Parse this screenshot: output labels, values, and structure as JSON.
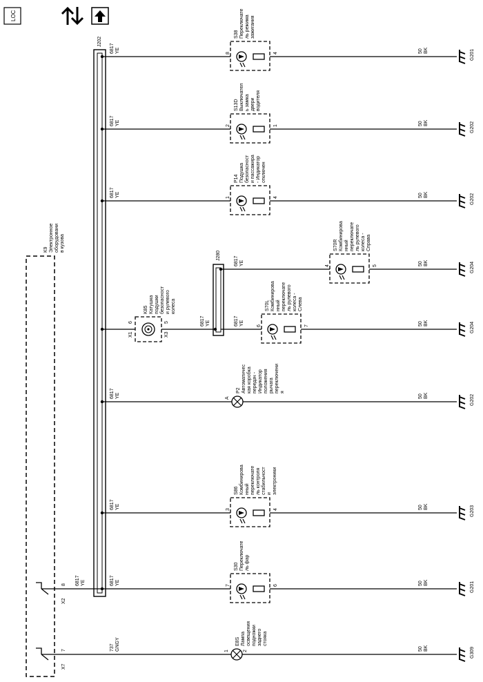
{
  "header": {
    "loc_label": "LOC",
    "icon_names": [
      "loc-badge-icon",
      "diagnostic-arrows-icon",
      "up-arrow-icon"
    ]
  },
  "connector_j202": "J202",
  "connector_j280": "J280",
  "module": {
    "ref": "K9",
    "name_lines": [
      "Электронное",
      "оборудовани",
      "в кузова"
    ],
    "connector_x2": "X2",
    "connector_x7": "X7"
  },
  "rows": [
    {
      "key": "s38",
      "ref": "S38",
      "type": "switch",
      "desc": [
        "Переключате",
        "ль режима",
        "зажигания"
      ],
      "pin_in": "8",
      "pin_out": "4",
      "wire_in": [
        "6817",
        "YE"
      ],
      "wire_out": [
        "50",
        "BK"
      ],
      "ground": "G201"
    },
    {
      "key": "s13d",
      "ref": "S13D",
      "type": "switch",
      "desc": [
        "Выключател",
        "ь замка",
        "двери",
        "водителя"
      ],
      "pin_in": "2",
      "pin_out": "1",
      "wire_in": [
        "6817",
        "YE"
      ],
      "wire_out": [
        "50",
        "BK"
      ],
      "ground": "G202"
    },
    {
      "key": "p14",
      "ref": "P14",
      "type": "switch",
      "desc": [
        "Подушка",
        "безопасност",
        "и пассажира",
        "- Индикатор",
        "отключен"
      ],
      "pin_in": "1",
      "pin_out": "4",
      "wire_in": [
        "6817",
        "YE"
      ],
      "wire_out": [
        "50",
        "BK"
      ],
      "ground": "G202"
    },
    {
      "key": "s70r",
      "ref": "S70R",
      "type": "switch",
      "desc": [
        "Комбинирова",
        "нный",
        "переключате",
        "ль рулевого",
        "колеса -",
        "Справа"
      ],
      "pin_in": "4",
      "pin_out": "5",
      "wire_in": [
        "6817",
        "YE"
      ],
      "wire_out": [
        "50",
        "BK"
      ],
      "ground": "G204"
    },
    {
      "key": "s70l",
      "ref": "S70L",
      "type": "switch",
      "desc": [
        "Комбинирова",
        "нный",
        "переключате",
        "ль рулевого",
        "колеса -",
        "Слева"
      ],
      "pin_in": "6",
      "pin_out": "7",
      "wire_in": [
        "6817",
        "YE"
      ],
      "wire_out": [
        "50",
        "BK"
      ],
      "ground": "G204",
      "wire_left": [
        "6817",
        "YE"
      ]
    },
    {
      "key": "p2",
      "ref": "P2",
      "type": "lamp",
      "desc": [
        "Автоматичес",
        "кая коробка",
        "передач -",
        "Индикатор",
        "положения",
        "рычага",
        "переключени",
        "я"
      ],
      "pin_in": "A",
      "pin_out": "",
      "wire_in": [
        "6817",
        "YE"
      ],
      "wire_out": [
        "50",
        "BK"
      ],
      "ground": "G202"
    },
    {
      "key": "s86",
      "ref": "S86",
      "type": "switch",
      "desc": [
        "Комбинирова",
        "нный",
        "переключате",
        "ль контроля",
        "стабильност",
        "и",
        "электроники"
      ],
      "pin_in": "3",
      "pin_out": "4",
      "wire_in": [
        "6817",
        "YE"
      ],
      "wire_out": [
        "50",
        "BK"
      ],
      "ground": "G203"
    },
    {
      "key": "s30",
      "ref": "S30",
      "type": "switch",
      "desc": [
        "Переключате",
        "ль фар"
      ],
      "pin_in": "7",
      "pin_out": "6",
      "wire_in": [
        "6817",
        "YE"
      ],
      "wire_out": [
        "50",
        "BK"
      ],
      "ground": "G201",
      "wire_left": [
        "6817",
        "YE"
      ]
    },
    {
      "key": "e8s",
      "ref": "E8S",
      "type": "lamp",
      "desc": [
        "Лампа",
        "освещения",
        "подножки",
        "заднего",
        "стояка"
      ],
      "pin_in": "1",
      "pin_out": "2",
      "wire_in": [
        "737",
        "GNGY"
      ],
      "wire_out": [
        "50",
        "BK"
      ],
      "ground": "G309"
    }
  ],
  "k85": {
    "ref": "K85",
    "desc": [
      "Катушка",
      "подушки",
      "безопасност",
      "и рулевого",
      "колеса"
    ],
    "connector_left": "X1",
    "connector_right": "X3",
    "pin_left": "6",
    "pin_right": "5",
    "wire_right": [
      "6817",
      "YE"
    ]
  },
  "x2_pin": "8",
  "x7_pin": "7"
}
